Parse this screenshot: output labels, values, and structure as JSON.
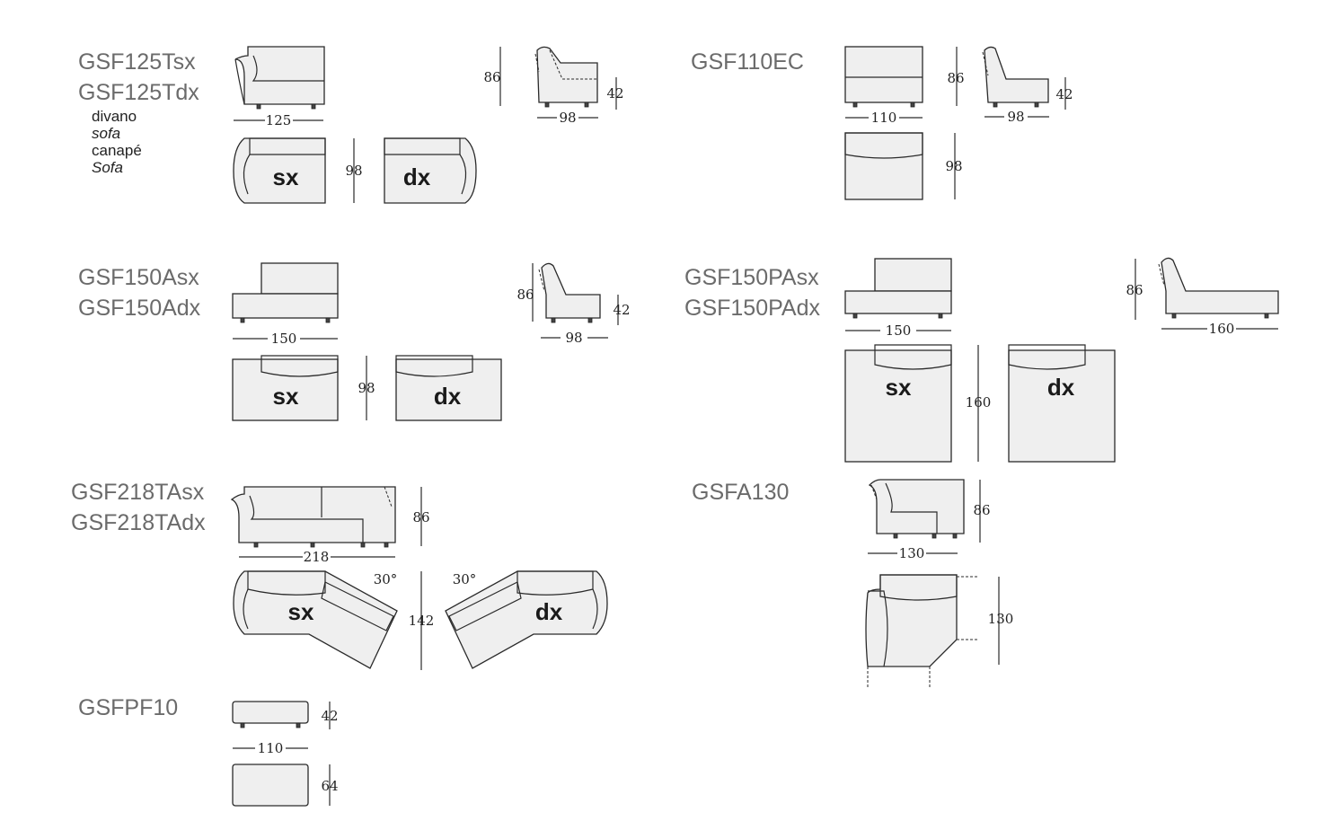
{
  "modules": {
    "gsf125": {
      "code_sx": "GSF125Tsx",
      "code_dx": "GSF125Tdx",
      "dim_width": "125",
      "dim_height": "86",
      "dim_seat": "42",
      "dim_depth": "98",
      "dim_plan": "98",
      "label_sx": "sx",
      "label_dx": "dx"
    },
    "legend": {
      "it": "divano",
      "en": "sofa",
      "fr": "canapé",
      "de": "Sofa"
    },
    "gsf110": {
      "code": "GSF110EC",
      "dim_width": "110",
      "dim_height": "86",
      "dim_seat": "42",
      "dim_depth": "98",
      "dim_plan": "98"
    },
    "gsf150a": {
      "code_sx": "GSF150Asx",
      "code_dx": "GSF150Adx",
      "dim_width": "150",
      "dim_height": "86",
      "dim_seat": "42",
      "dim_depth": "98",
      "dim_plan": "98",
      "label_sx": "sx",
      "label_dx": "dx"
    },
    "gsf150pa": {
      "code_sx": "GSF150PAsx",
      "code_dx": "GSF150PAdx",
      "dim_width": "150",
      "dim_height": "86",
      "dim_length": "160",
      "dim_plan": "160",
      "label_sx": "sx",
      "label_dx": "dx"
    },
    "gsf218": {
      "code_sx": "GSF218TAsx",
      "code_dx": "GSF218TAdx",
      "dim_width": "218",
      "dim_height": "86",
      "dim_plan": "142",
      "angle_sx": "30°",
      "angle_dx": "30°",
      "label_sx": "sx",
      "label_dx": "dx"
    },
    "gsfa130": {
      "code": "GSFA130",
      "dim_width": "130",
      "dim_height": "86",
      "dim_plan": "130"
    },
    "gsfpf10": {
      "code": "GSFPF10",
      "dim_width": "110",
      "dim_height": "42",
      "dim_plan": "64"
    }
  }
}
